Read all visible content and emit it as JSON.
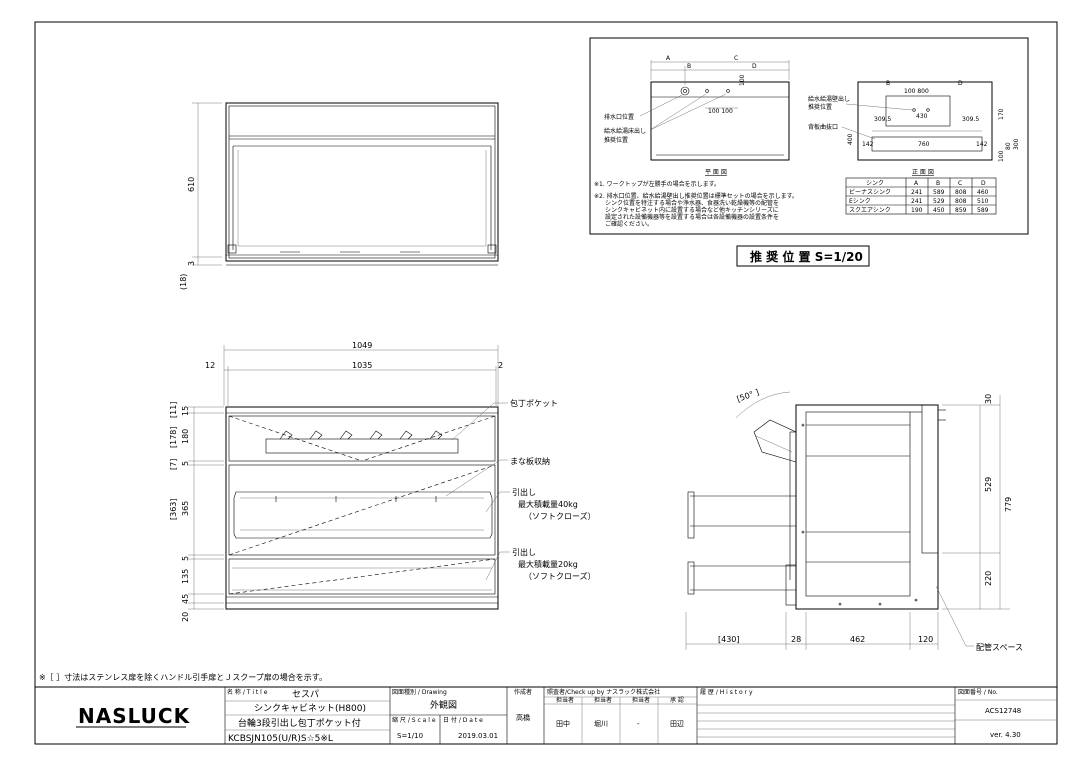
{
  "plan_view": {
    "dims": {
      "A": "A",
      "B": "B",
      "C": "C",
      "D": "D",
      "v100": "100",
      "h100": "100 100"
    },
    "labels": {
      "drain": "排水口位置",
      "supply": "給水給湯床出し\n推奨位置"
    },
    "caption": "平 面 図"
  },
  "front_small": {
    "dims": {
      "B": "B",
      "D": "D",
      "top": "100 800",
      "v430": "430",
      "l309": "309.5",
      "r309": "309.5",
      "w760": "760",
      "l142": "142",
      "r142": "142",
      "h170": "170",
      "h400": "400",
      "h100": "100",
      "h80": "80",
      "h300": "300"
    },
    "labels": {
      "supply": "給水給湯壁出し\n推奨位置",
      "back": "背板曲抜口"
    },
    "caption": "正 面 図"
  },
  "notes": [
    "※1. ワークトップが左勝手の場合を示します。",
    "※2. 排水口位置、給水給湯壁出し推奨位置は標準セットの場合を示します。",
    "シンク位置を特注する場合や浄水器、食器洗い乾燥機等の配管を",
    "シンクキャビネット内に設置する場合など他キッチンシリーズに",
    "設定された設備機器等を設置する場合は各設備機器の設置条件を",
    "ご確認ください。"
  ],
  "sink_table": {
    "headers": [
      "シンク",
      "A",
      "B",
      "C",
      "D"
    ],
    "rows": [
      [
        "ビーナスシンク",
        "241",
        "589",
        "808",
        "460"
      ],
      [
        "Eシンク",
        "241",
        "529",
        "808",
        "510"
      ],
      [
        "スクエアシンク",
        "190",
        "450",
        "859",
        "589"
      ]
    ]
  },
  "recommend_title": "推 奨 位 置  S=1/20",
  "top_view": {
    "dims": {
      "h610": "610",
      "h3": "3",
      "h18": "(18)"
    }
  },
  "front_view": {
    "dims": {
      "w1049": "1049",
      "w1035": "1035",
      "w12": "12",
      "w2": "2",
      "h15": "15",
      "h11": "[11]",
      "h180": "180",
      "h178": "[178]",
      "h5a": "5",
      "h7": "[7]",
      "h365": "365",
      "h363": "[363]",
      "h5b": "5",
      "h135": "135",
      "h45": "45",
      "h20": "20"
    },
    "callouts": {
      "knife": "包丁ポケット",
      "board": "まな板収納",
      "drawer1_title": "引出し",
      "drawer1_load": "最大積載量40kg",
      "drawer1_soft": "（ソフトクローズ）",
      "drawer2_title": "引出し",
      "drawer2_load": "最大積載量20kg",
      "drawer2_soft": "（ソフトクローズ）"
    }
  },
  "side_view": {
    "dims": {
      "angle": "[50° ]",
      "h30": "30",
      "h529": "529",
      "h779": "779",
      "h220": "220",
      "d430": "[430]",
      "d28": "28",
      "d462": "462",
      "d120": "120"
    },
    "callouts": {
      "pipe": "配管スペース"
    }
  },
  "footnote": "※［ ］寸法はステンレス扉を除くハンドル引手扉とＪスクープ扉の場合を示す。",
  "title_block": {
    "logo": "NASLUCK",
    "name_label": "名 称 / T i t l e",
    "name": "セスパ",
    "product": "シンクキャビネット(H800)",
    "desc": "台輪3段引出し包丁ポケット付",
    "code": "KCBSJN105(U/R)S☆5※L",
    "drawing_label": "図面種別 / Drawing",
    "drawing": "外観図",
    "scale_label": "縮 尺 / S c a l e",
    "scale": "S=1/10",
    "date_label": "日 付 / D a t e",
    "date": "2019.03.01",
    "drafter_label": "作成者",
    "drafter": "高橋",
    "check_label": "照査者/Check up by ナスラック株式会社",
    "check_sub": [
      "担当者",
      "担当者",
      "担当者",
      "承 認"
    ],
    "checkers": [
      "田中",
      "堀川",
      "-",
      "田辺"
    ],
    "history_label": "履 歴 / H i s t o r y",
    "no_label": "図面番号 / No.",
    "no": "ACS12748",
    "ver": "ver. 4.30"
  }
}
